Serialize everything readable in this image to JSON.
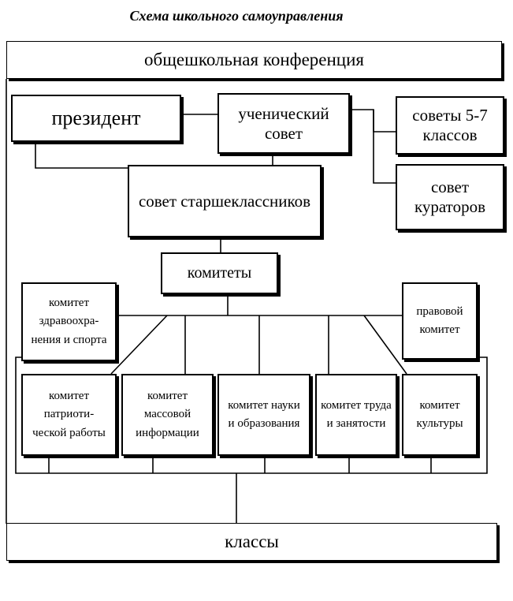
{
  "title": "Схема школьного самоуправления",
  "nodes": {
    "conference": "общешкольная конференция",
    "president": "президент",
    "student_council": "ученический совет",
    "councils_5_7": "советы 5-7 классов",
    "curators_council": "совет кураторов",
    "senior_council": "совет старшеклассников",
    "committees": "комитеты",
    "health_sport": "комитет здравоохра-нения и спорта",
    "legal": "правовой комитет",
    "patriotic": "комитет патриоти-ческой работы",
    "mass_media": "комитет массовой информации",
    "science_education": "комитет науки и образования",
    "labor_employment": "комитет труда и занятости",
    "culture": "комитет культуры",
    "classes": "классы"
  }
}
